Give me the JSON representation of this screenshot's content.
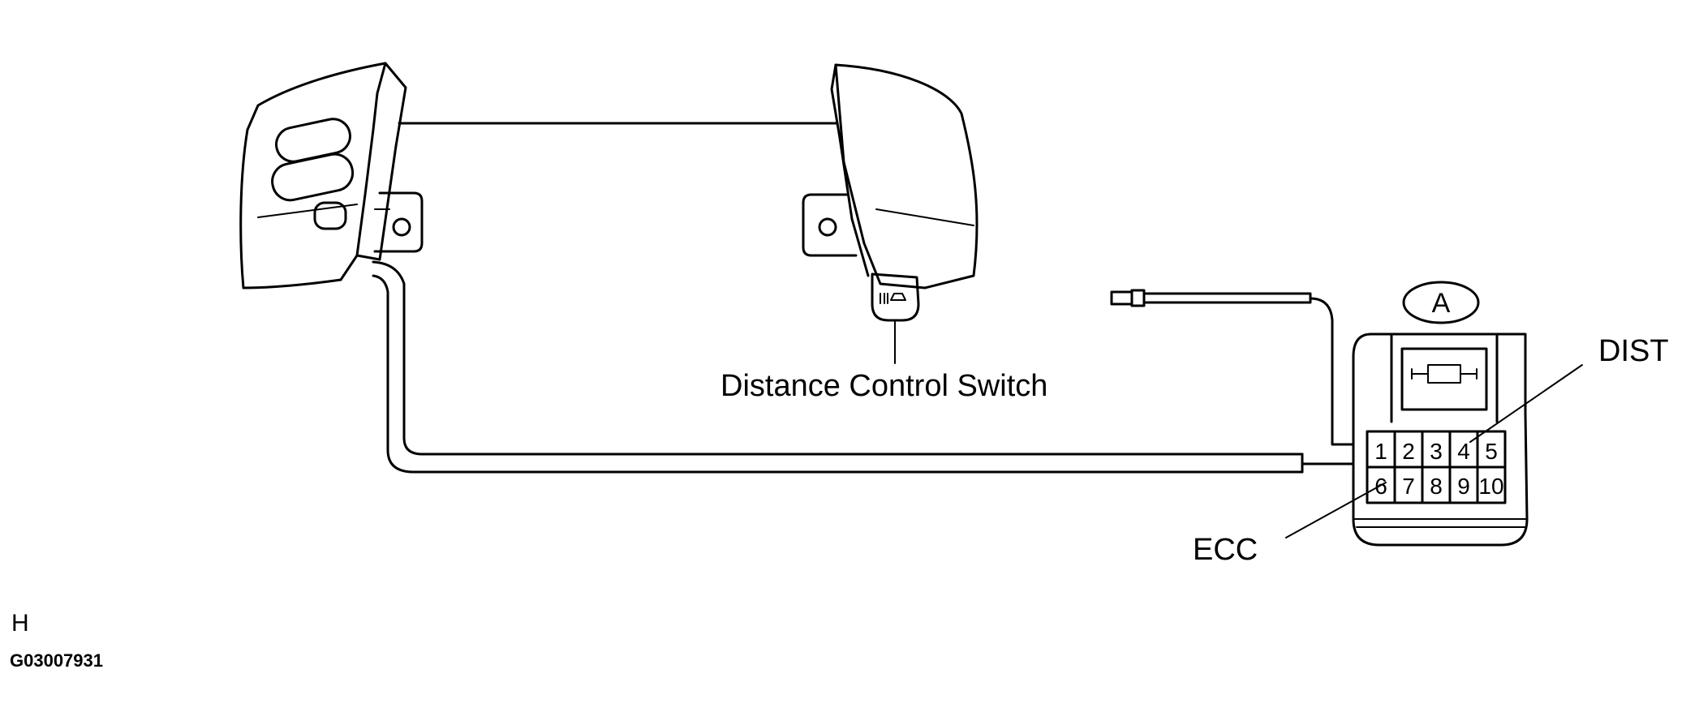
{
  "labels": {
    "switch": "Distance Control Switch",
    "connector": "A",
    "dist": "DIST",
    "ecc": "ECC",
    "corner": "H",
    "figure_id": "G03007931"
  },
  "connector_pins": {
    "top_row": [
      "1",
      "2",
      "3",
      "4",
      "5"
    ],
    "bottom_row": [
      "6",
      "7",
      "8",
      "9",
      "10"
    ]
  }
}
